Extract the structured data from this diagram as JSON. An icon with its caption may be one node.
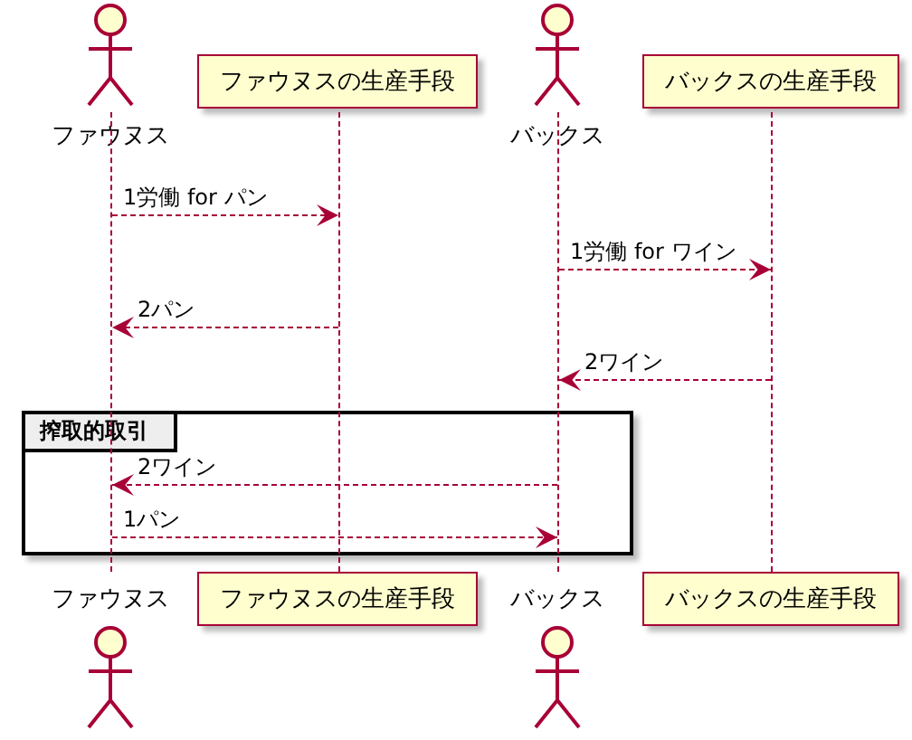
{
  "diagram": {
    "nodes": [
      {
        "text": [
          "ファウヌス"
        ]
      },
      {
        "text": [
          "ファウヌスの生産手段"
        ]
      },
      {
        "text": [
          "バックス"
        ]
      },
      {
        "text": [
          "バックスの生産手段"
        ]
      },
      {
        "text": [],
        "shape": "line"
      },
      {
        "text": [],
        "shape": "line"
      },
      {
        "text": [],
        "shape": "line"
      },
      {
        "text": [],
        "shape": "line"
      },
      {
        "text": [
          "ファウヌス"
        ]
      },
      {
        "text": [
          "ファウヌスの生産手段"
        ]
      },
      {
        "text": [
          "バックス"
        ]
      },
      {
        "text": [
          "バックスの生産手段"
        ]
      }
    ],
    "edges": [
      {
        "from": 4,
        "to": 5,
        "arrow": "to",
        "label": "1労働 for パン",
        "style": "dashed"
      },
      {
        "from": 6,
        "to": 7,
        "arrow": "to",
        "label": "1労働 for ワイン",
        "style": "dashed"
      },
      {
        "from": 5,
        "to": 4,
        "arrow": "to",
        "label": "2パン",
        "style": "dashed"
      },
      {
        "from": 7,
        "to": 6,
        "arrow": "to",
        "label": "2ワイン",
        "style": "dashed"
      },
      {
        "from": 6,
        "to": 4,
        "arrow": "to",
        "label": "2ワイン",
        "style": "dashed"
      },
      {
        "from": 4,
        "to": 6,
        "arrow": "to",
        "label": "1パン",
        "style": "dashed"
      }
    ],
    "labels": [
      "搾取的取引"
    ]
  }
}
